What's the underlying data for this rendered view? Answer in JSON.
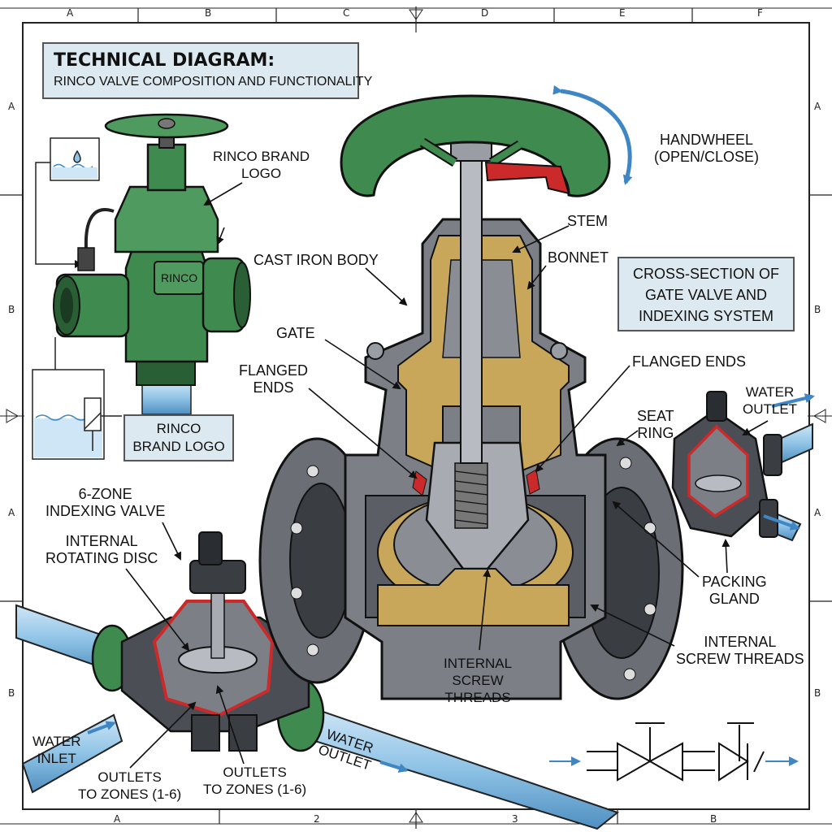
{
  "title": {
    "main": "TECHNICAL DIAGRAM:",
    "subtitle": "RINCO VALVE COMPOSITION AND FUNCTIONALITY"
  },
  "grid": {
    "top": [
      "A",
      "B",
      "C",
      "D",
      "E",
      "F"
    ],
    "left": [
      "A",
      "B",
      "A",
      "B"
    ],
    "right": [
      "A",
      "B",
      "A",
      "B"
    ],
    "bottom": [
      "A",
      "2",
      "3",
      "B"
    ]
  },
  "labels": {
    "rinco_brand_logo_top": [
      "RINCO BRAND",
      "LOGO"
    ],
    "rinco_body_text": "RINCO",
    "rinco_brand_logo_box": [
      "RINCO",
      "BRAND LOGO"
    ],
    "handwheel": [
      "HANDWHEEL",
      "(OPEN/CLOSE)"
    ],
    "stem": "STEM",
    "bonnet": "BONNET",
    "cast_iron_body": "CAST IRON BODY",
    "gate": "GATE",
    "flanged_ends_left": [
      "FLANGED",
      "ENDS"
    ],
    "flanged_ends_right": "FLANGED ENDS",
    "cross_section": [
      "CROSS-SECTION OF",
      "GATE VALVE AND",
      "INDEXING SYSTEM"
    ],
    "water_outlet_right": [
      "WATER",
      "OUTLET"
    ],
    "seat_ring": [
      "SEAT",
      "RING"
    ],
    "six_zone": [
      "6-ZONE",
      "INDEXING VALVE"
    ],
    "rotating_disc": [
      "INTERNAL",
      "ROTATING DISC"
    ],
    "packing_gland": [
      "PACKING",
      "GLAND"
    ],
    "internal_screw_threads_right": [
      "INTERNAL",
      "SCREW THREADS"
    ],
    "internal_screw_threads_center": [
      "INTERNAL",
      "SCREW",
      "THREADS"
    ],
    "water_inlet": [
      "WATER",
      "INLET"
    ],
    "water_outlet_pipe": [
      "WATER",
      "OUTLET"
    ],
    "outlets_zones_left": [
      "OUTLETS",
      "TO ZONES (1-6)"
    ],
    "outlets_zones_right": [
      "OUTLETS",
      "TO ZONES (1-6)"
    ]
  },
  "colors": {
    "valve_green": "#3f8a4f",
    "dark_green": "#2a5e35",
    "iron_gray": "#6b6f75",
    "brass": "#c8a75a",
    "seal_red": "#cc2a2a",
    "pipe_blue": "#8fc3e6",
    "arrow_blue": "#3f86c4",
    "label_box": "#dde9f0"
  }
}
